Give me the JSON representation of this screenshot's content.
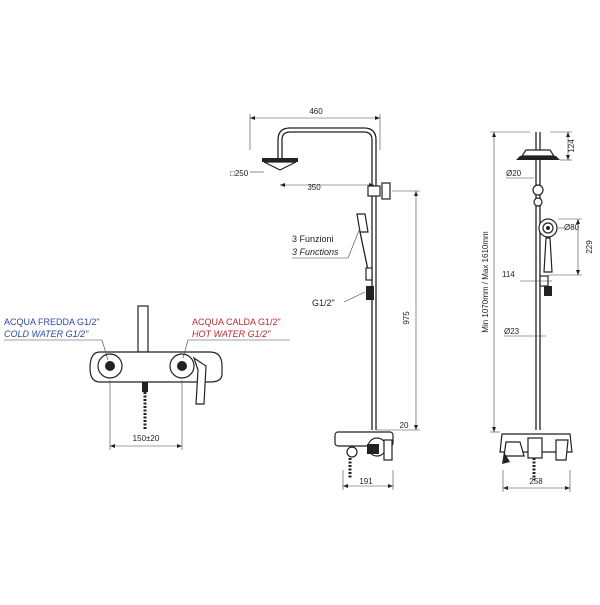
{
  "left_view": {
    "cold_label_it": "ACQUA FREDDA G1/2\"",
    "cold_label_en": "COLD WATER G1/2\"",
    "hot_label_it": "ACQUA CALDA G1/2\"",
    "hot_label_en": "HOT WATER G1/2\"",
    "width_dim": "150±20",
    "cold_color": "#2b4aa0",
    "hot_color": "#c0262c"
  },
  "front_view": {
    "width_top": "460",
    "head_diameter": "□250",
    "arm_reach": "350",
    "functions_it": "3 Funzioni",
    "functions_en": "3 Functions",
    "thread": "G1/2\"",
    "height": "975",
    "offset": "20",
    "base_width": "191"
  },
  "side_view": {
    "top_dim": "124",
    "pipe_diam": "Ø20",
    "hand_diam": "Ø80",
    "hand_height": "229",
    "bracket": "114",
    "lower_diam": "Ø23",
    "total_height": "Min 1070mm / Max 1610mm",
    "base_depth": "258"
  }
}
